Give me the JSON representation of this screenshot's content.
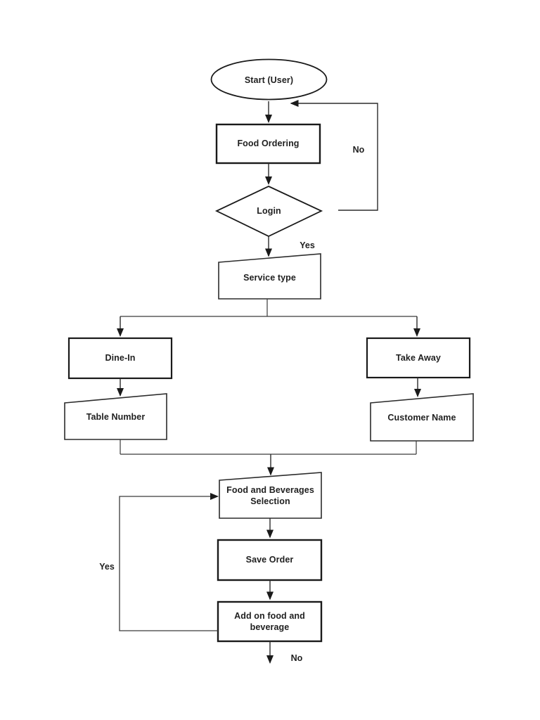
{
  "flowchart": {
    "description": "Food ordering system flowchart",
    "nodes": {
      "start": {
        "label": "Start (User)",
        "shape": "ellipse"
      },
      "food_ordering": {
        "label": "Food Ordering",
        "shape": "process"
      },
      "login": {
        "label": "Login",
        "shape": "decision"
      },
      "service_type": {
        "label": "Service type",
        "shape": "manual-input"
      },
      "dine_in": {
        "label": "Dine-In",
        "shape": "process"
      },
      "table_number": {
        "label": "Table Number",
        "shape": "manual-input"
      },
      "take_away": {
        "label": "Take Away",
        "shape": "process"
      },
      "customer_name": {
        "label": "Customer Name",
        "shape": "manual-input"
      },
      "food_bev_select": {
        "label": "Food and Beverages Selection",
        "shape": "manual-input"
      },
      "save_order": {
        "label": "Save Order",
        "shape": "process"
      },
      "add_on": {
        "label": "Add on food and beverage",
        "shape": "process"
      }
    },
    "edge_labels": {
      "login_no": "No",
      "login_yes": "Yes",
      "addon_yes": "Yes",
      "addon_no": "No"
    },
    "colors": {
      "background": "#ffffff",
      "line": "#2b2b2b",
      "text": "#1f1f1f"
    }
  }
}
